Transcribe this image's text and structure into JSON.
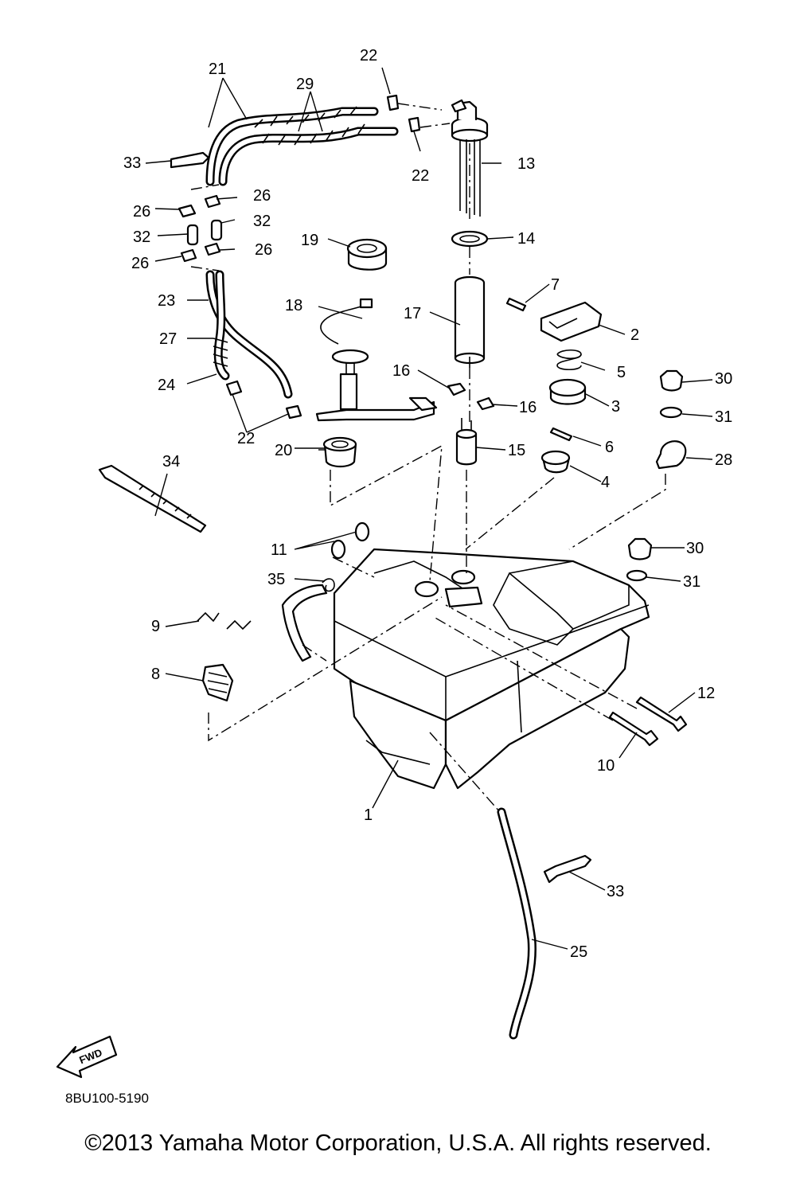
{
  "diagram": {
    "code": "8BU100-5190",
    "copyright": "©2013 Yamaha Motor Corporation, U.S.A. All rights reserved.",
    "fwd_label": "FWD",
    "callouts": {
      "c1": "1",
      "c2": "2",
      "c3": "3",
      "c4": "4",
      "c5": "5",
      "c6": "6",
      "c7": "7",
      "c8": "8",
      "c9": "9",
      "c10": "10",
      "c11": "11",
      "c12": "12",
      "c13": "13",
      "c14": "14",
      "c15": "15",
      "c16a": "16",
      "c16b": "16",
      "c17": "17",
      "c18": "18",
      "c19": "19",
      "c20": "20",
      "c21": "21",
      "c22a": "22",
      "c22b": "22",
      "c22c": "22",
      "c23": "23",
      "c24": "24",
      "c25": "25",
      "c26a": "26",
      "c26b": "26",
      "c26c": "26",
      "c26d": "26",
      "c27": "27",
      "c28": "28",
      "c29": "29",
      "c30a": "30",
      "c30b": "30",
      "c31a": "31",
      "c31b": "31",
      "c32a": "32",
      "c32b": "32",
      "c33a": "33",
      "c33b": "33",
      "c34": "34",
      "c35": "35"
    }
  }
}
